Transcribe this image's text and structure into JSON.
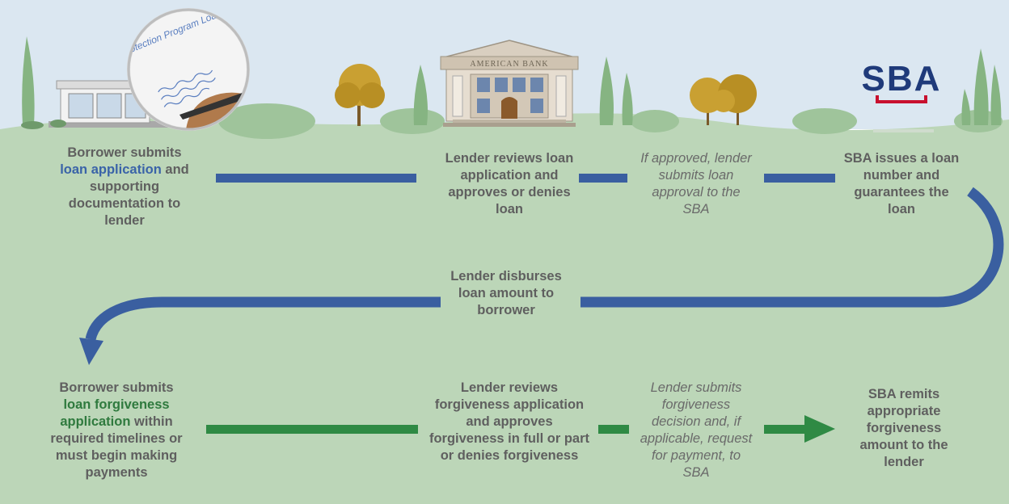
{
  "colors": {
    "sky": "#dbe7f1",
    "ground": "#bcd6b8",
    "blue_flow": "#3a5fa0",
    "green_flow": "#2f8a44",
    "text_gray": "#5f5f5f",
    "highlight_blue": "#3a63a8",
    "highlight_green": "#2f7a3e",
    "sba_blue": "#1f3a7a",
    "sba_red": "#c8102e"
  },
  "illustrations": {
    "application_paper": {
      "text": "Paycheck Protection Program Loan Application"
    },
    "bank": {
      "sign": "AMERICAN BANK"
    },
    "sba_logo": {
      "text": "SBA"
    }
  },
  "steps": {
    "borrower_submits": {
      "before": "Borrower submits",
      "highlight": "loan application",
      "after": "and supporting documentation to lender"
    },
    "lender_reviews_loan": {
      "text": "Lender reviews loan application and approves or denies loan"
    },
    "lender_submits_approval": {
      "text": "If approved, lender submits loan approval to the SBA"
    },
    "sba_issues": {
      "text": "SBA issues a loan number and guarantees the loan"
    },
    "lender_disburses": {
      "text": "Lender disburses loan amount to borrower"
    },
    "borrower_forgiveness": {
      "before": "Borrower submits",
      "highlight": "loan forgiveness application",
      "after": "within required timelines or must begin making payments"
    },
    "lender_reviews_forgiveness": {
      "text": "Lender reviews forgiveness application and approves forgiveness in full or part or denies forgiveness"
    },
    "lender_submits_decision": {
      "text": "Lender submits forgiveness decision and, if applicable, request for payment, to SBA"
    },
    "sba_remits": {
      "text": "SBA remits appropriate forgiveness amount to the lender"
    }
  }
}
